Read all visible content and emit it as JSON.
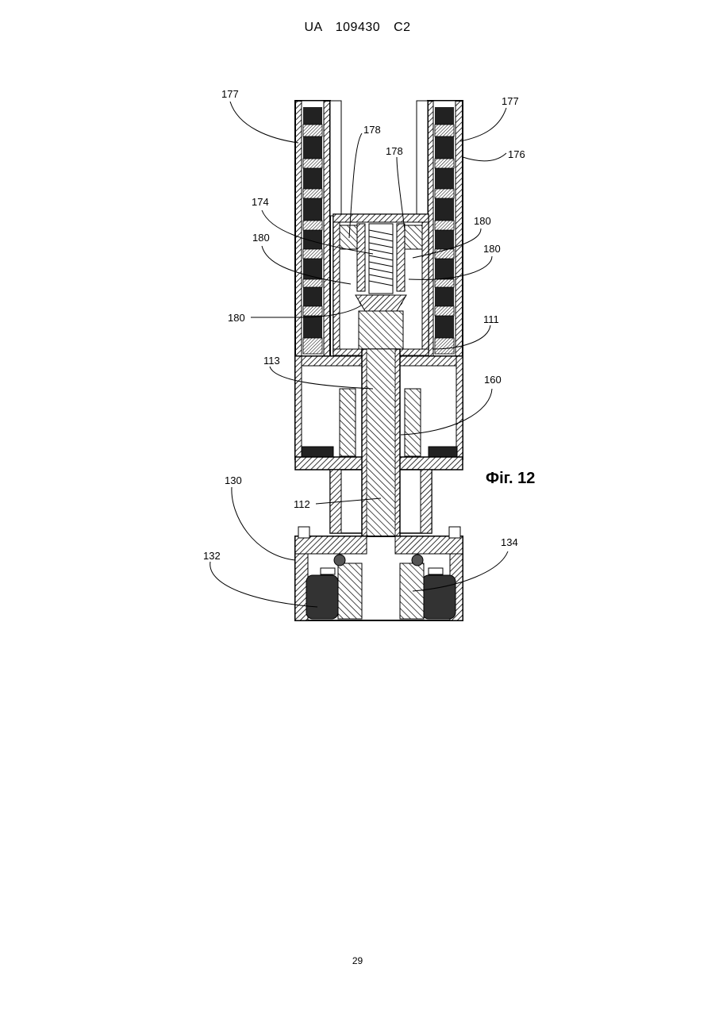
{
  "header": {
    "text": "UA   109430   C2"
  },
  "figure": {
    "caption": "Фіг. 12",
    "labels": {
      "l177a": "177",
      "l177b": "177",
      "l176": "176",
      "l178a": "178",
      "l178b": "178",
      "l174": "174",
      "l180a": "180",
      "l180b": "180",
      "l180c": "180",
      "l180d": "180",
      "l111": "111",
      "l113": "113",
      "l160": "160",
      "l130": "130",
      "l112": "112",
      "l132": "132",
      "l134": "134"
    }
  },
  "footer": {
    "page_number": "29"
  }
}
